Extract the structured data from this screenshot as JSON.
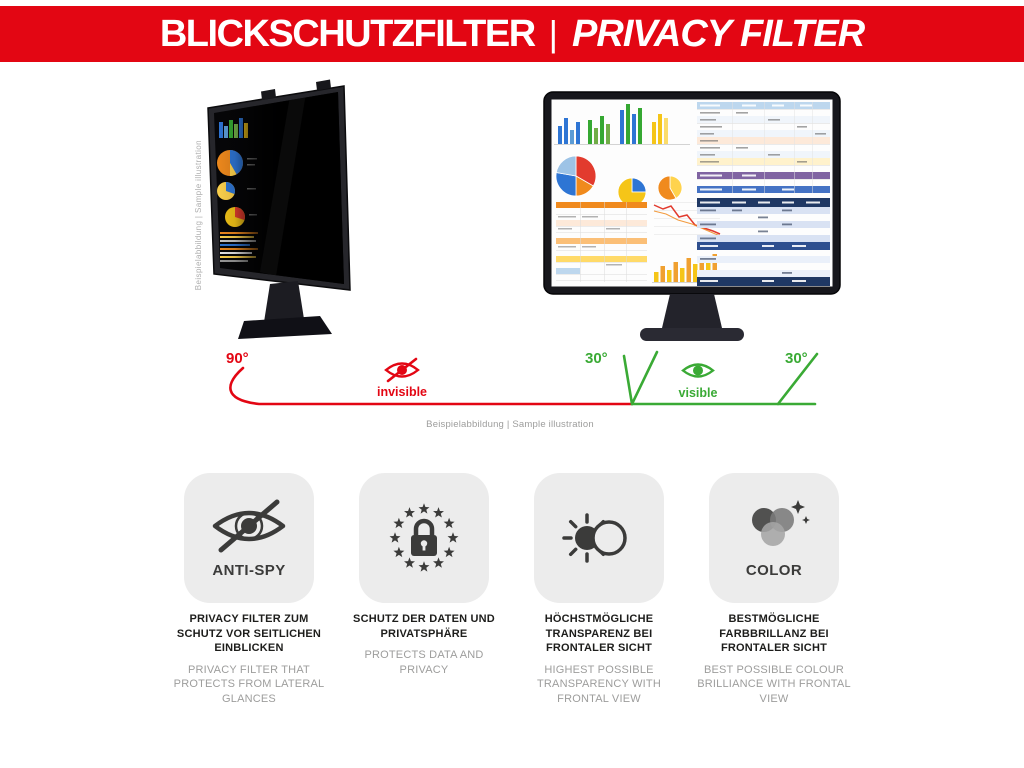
{
  "header": {
    "title_de": "BLICKSCHUTZFILTER",
    "divider": "|",
    "title_en": "PRIVACY FILTER",
    "bg_color": "#e30613",
    "text_color": "#ffffff"
  },
  "illustration": {
    "side_label": "Beispielabbildung | Sample illustration",
    "caption": "Beispielabbildung | Sample illustration",
    "angle_left": "90°",
    "angle_mid": "30°",
    "angle_right": "30°",
    "invisible_label": "invisible",
    "visible_label": "visible",
    "invisible_color": "#e30613",
    "visible_color": "#3aaa35"
  },
  "features": [
    {
      "name": "anti-spy",
      "icon": "crossed-eye-icon",
      "badge": "ANTI-SPY",
      "text_de": "PRIVACY FILTER ZUM SCHUTZ VOR SEITLICHEN EINBLICKEN",
      "text_en": "PRIVACY FILTER THAT PROTECTS FROM LATERAL GLANCES"
    },
    {
      "name": "data-protection",
      "icon": "lock-stars-icon",
      "badge": "",
      "text_de": "SCHUTZ DER DATEN UND PRIVATSPHÄRE",
      "text_en": "PROTECTS DATA AND PRIVACY"
    },
    {
      "name": "transparency",
      "icon": "sun-circle-icon",
      "badge": "",
      "text_de": "HÖCHSTMÖGLICHE TRANSPARENZ BEI FRONTALER SICHT",
      "text_en": "HIGHEST POSSIBLE TRANSPARENCY WITH FRONTAL VIEW"
    },
    {
      "name": "color",
      "icon": "overlapping-circles-icon",
      "badge": "COLOR",
      "text_de": "BESTMÖGLICHE FARBBRILLANZ BEI FRONTALER SICHT",
      "text_en": "BEST POSSIBLE COLOUR BRILLIANCE WITH FRONTAL VIEW"
    }
  ],
  "colors": {
    "red": "#e30613",
    "green": "#3aaa35",
    "card_bg": "#ececec",
    "icon_gray": "#3b3b3a",
    "text_dark": "#1d1d1b",
    "text_gray": "#9d9d9c"
  }
}
